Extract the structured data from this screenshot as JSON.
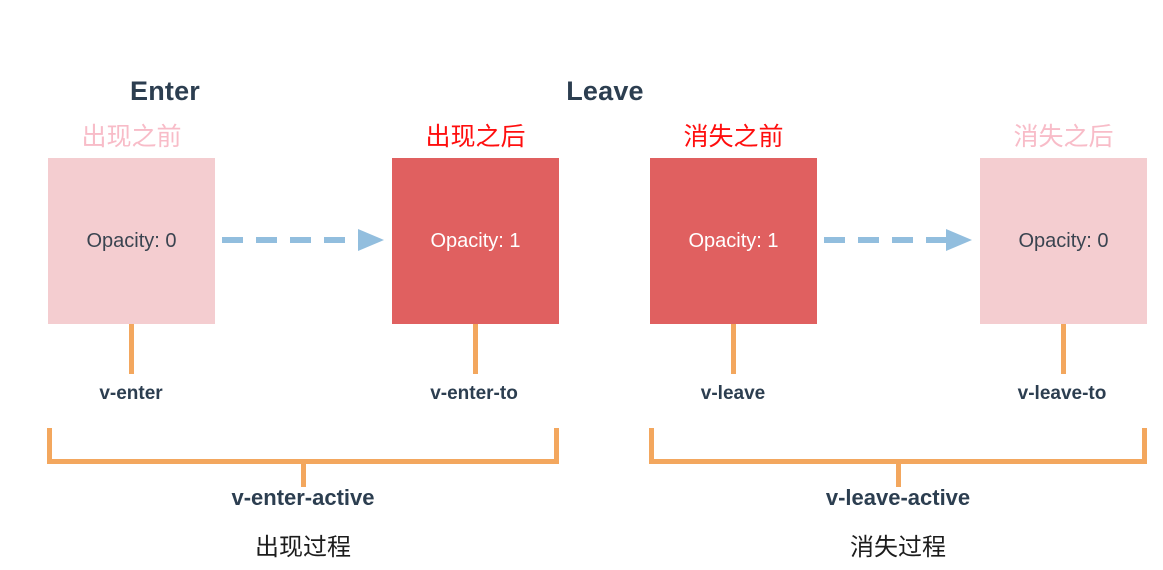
{
  "diagram": {
    "title_enter": "Enter",
    "title_leave": "Leave"
  },
  "colors": {
    "faint_box": "#f4cdd0",
    "solid_box": "#e06060",
    "label_strong": "#ff0e0e",
    "label_faint": "#f8bcc8",
    "connector": "#f3a75e",
    "arrow": "#92bede",
    "heading_text": "#2c3e50"
  },
  "enter": {
    "heading": "Enter",
    "before": {
      "phase_label": "出现之前",
      "opacity_text": "Opacity: 0",
      "class_name": "v-enter"
    },
    "after": {
      "phase_label": "出现之后",
      "opacity_text": "Opacity: 1",
      "class_name": "v-enter-to"
    },
    "active_class": "v-enter-active",
    "process_label": "出现过程"
  },
  "leave": {
    "heading": "Leave",
    "before": {
      "phase_label": "消失之前",
      "opacity_text": "Opacity: 1",
      "class_name": "v-leave"
    },
    "after": {
      "phase_label": "消失之后",
      "opacity_text": "Opacity: 0",
      "class_name": "v-leave-to"
    },
    "active_class": "v-leave-active",
    "process_label": "消失过程"
  }
}
